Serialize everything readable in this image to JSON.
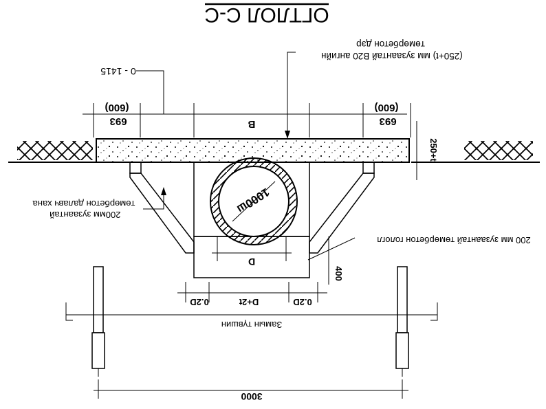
{
  "title": "ОГТЛОЛ С-С",
  "labels": {
    "slab_concrete": "(250+t) мм зузаантай B20 ангийн\nтөмөрбетон дэр",
    "level_mark": "0 - 1415",
    "dim_left": "693\n(600)",
    "dim_right": "693\n(600)",
    "dim_center": "B",
    "dim_slab_height": "250+t",
    "pipe": "1000ш",
    "wall_note": "200мм зузаантай\nтөмөрбетон далавч хана",
    "bottom_note": "200 мм зузаантай төмөрбетон гологл",
    "dim_D": "D",
    "dim_400": "400",
    "dim_02D_left": "0.2D",
    "dim_Dt": "D+2t",
    "dim_02D_right": "0.2D",
    "road_width": "Замын түвшин",
    "dim_3000": "3000"
  },
  "colors": {
    "line": "#000000",
    "background": "#ffffff"
  }
}
